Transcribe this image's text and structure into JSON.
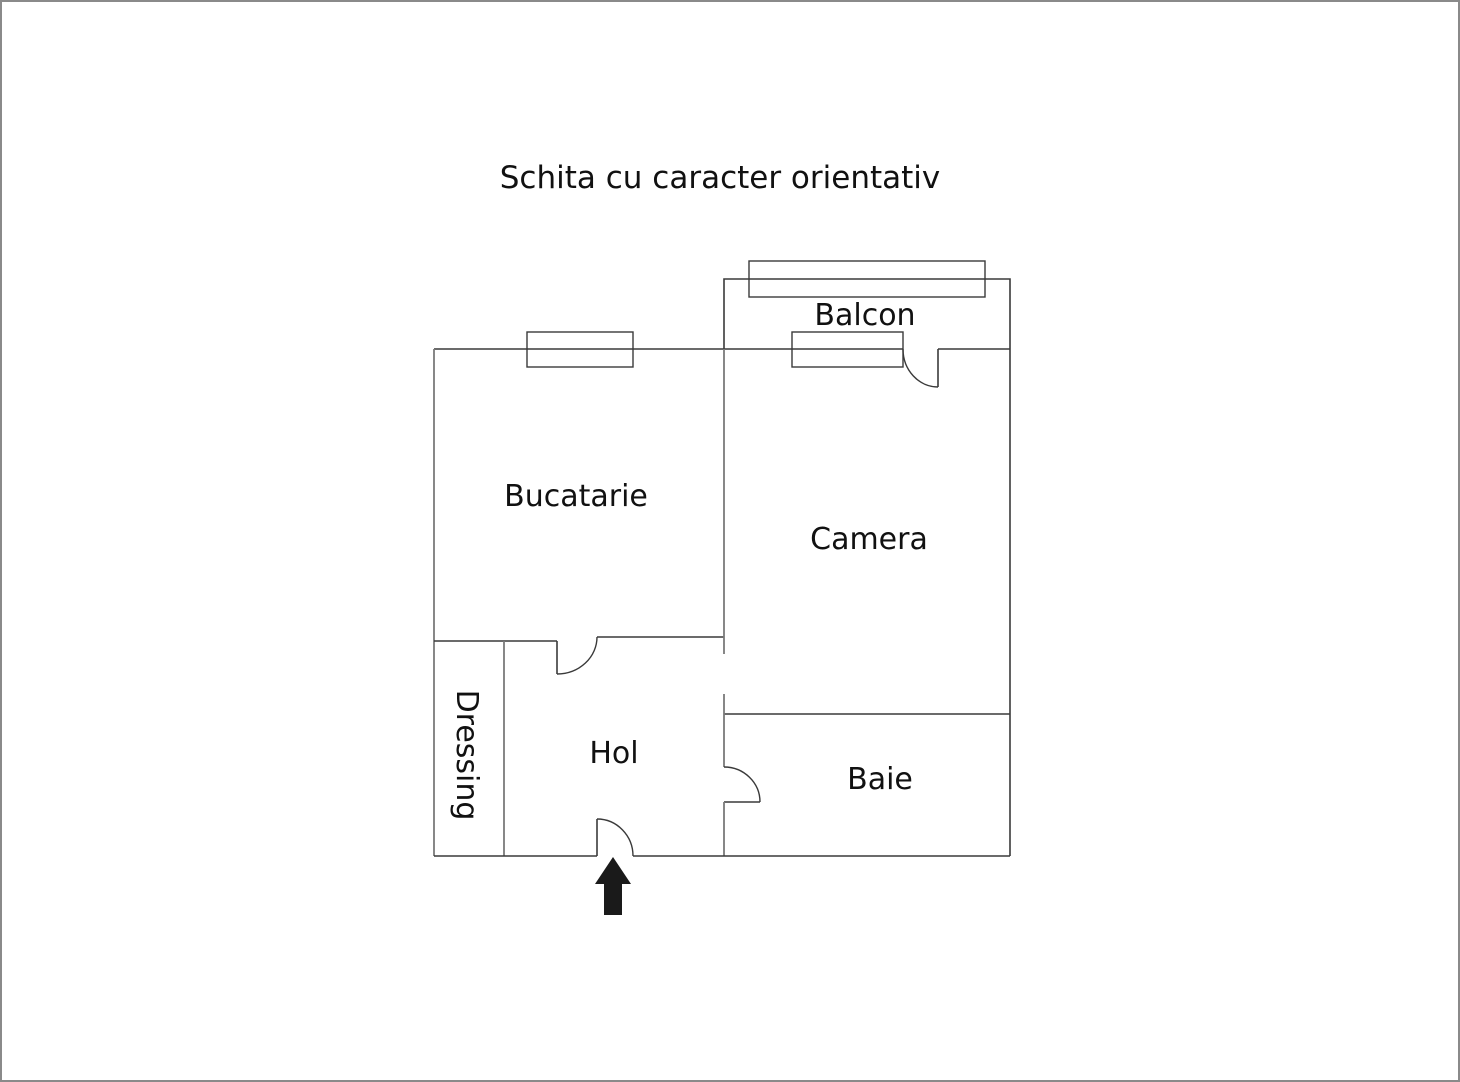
{
  "title": "Schita cu caracter orientativ",
  "rooms": {
    "balcon": "Balcon",
    "bucatarie": "Bucatarie",
    "camera": "Camera",
    "dressing": "Dressing",
    "hol": "Hol",
    "baie": "Baie"
  },
  "icons": {
    "entrance": "entrance-arrow-icon"
  },
  "colors": {
    "wall": "#3a3a3a",
    "frame": "#8a8a8a",
    "text": "#111111",
    "background": "#ffffff"
  }
}
